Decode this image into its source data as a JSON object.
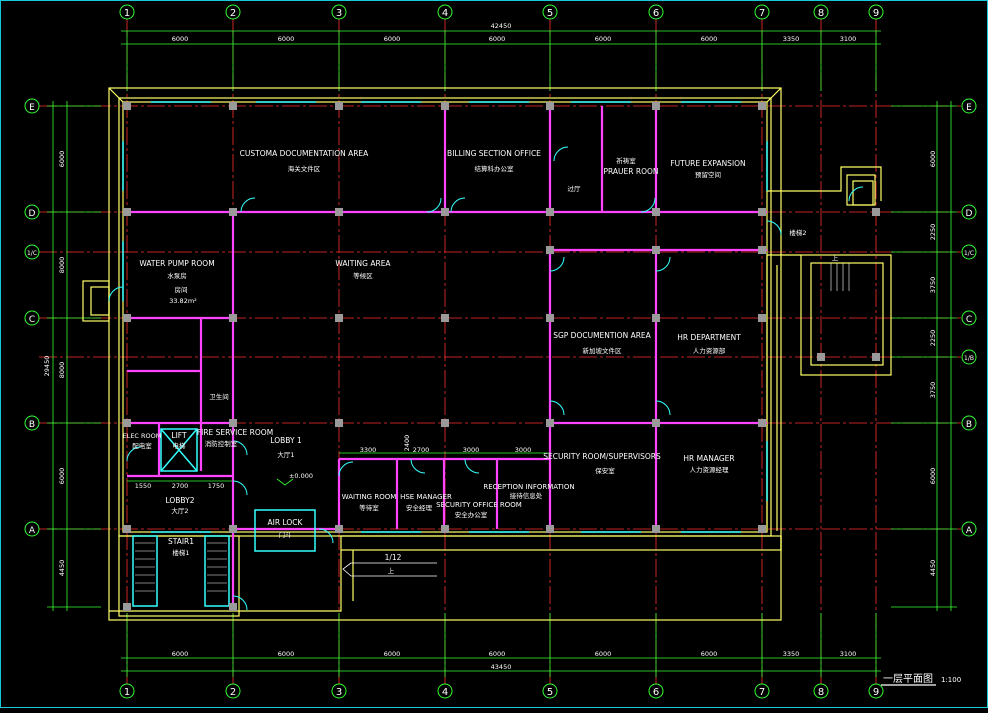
{
  "colors": {
    "background": "#000000",
    "grid": "#ff3030",
    "dim": "#33ff33",
    "wall": "#ffff66",
    "partition": "#ff44ff",
    "window": "#33ffff",
    "text": "#ffffff"
  },
  "grid_columns": [
    "1",
    "2",
    "3",
    "4",
    "5",
    "6",
    "7",
    "8",
    "9"
  ],
  "grid_rows": [
    "E",
    "D",
    "1/C",
    "C",
    "1/B",
    "B",
    "A"
  ],
  "dims": {
    "top_total": "42450",
    "bottom_total": "43450",
    "column_spacings": [
      "6000",
      "6000",
      "6000",
      "6000",
      "6000",
      "6000",
      "3350",
      "3100"
    ],
    "left_total": "29450",
    "left_rows": [
      "6000",
      "8000",
      "8000",
      "6000",
      "4450"
    ],
    "right_rows": [
      "6000",
      "2250",
      "3750",
      "2250",
      "3750",
      "6000",
      "4450"
    ],
    "inner_left": [
      "1550",
      "2700",
      "1750"
    ],
    "inner_mid": [
      "3300",
      "2700",
      "3000",
      "3000"
    ],
    "inner_vertical": "2400"
  },
  "rooms": {
    "customs_en": "CUSTOMA DOCUMENTATION AREA",
    "customs_cn": "海关文件区",
    "billing_en": "BILLING SECTION OFFICE",
    "billing_cn": "结算科办公室",
    "prayer_cn": "祈祷室",
    "prayer_en": "PRAUER ROON",
    "corridor_cn": "过厅",
    "future_en": "FUTURE EXPANSION",
    "future_cn": "预留空间",
    "stair2_cn": "楼梯2",
    "water_en": "WATER PUMP ROOM",
    "water_cn": "水泵房",
    "water_area_cn": "房间",
    "water_area": "33.82m²",
    "waiting_en": "WAITING AREA",
    "waiting_cn": "等候区",
    "sgp_en": "SGP DOCUMENTION AREA",
    "sgp_cn": "新加坡文件区",
    "hrdept_en": "HR DEPARTMENT",
    "hrdept_cn": "人力资源部",
    "toilet_cn": "卫生间",
    "elec_en": "ELEC ROOM",
    "elec_cn": "配电室",
    "lift_en": "LIFT",
    "lift_cn": "电梯",
    "fire_en": "FIRE SERVICE ROOM",
    "fire_cn": "消防控制室",
    "lobby1_en": "LOBBY 1",
    "lobby1_cn": "大厅1",
    "level": "±0.000",
    "lobby2_en": "LOBBY2",
    "lobby2_cn": "大厅2",
    "airlock_en": "AIR LOCK",
    "airlock_cn": "门斗",
    "stair1_en": "STAIR1",
    "stair1_cn": "楼梯1",
    "waitingroom_en": "WAITING ROOM",
    "waitingroom_cn": "等待室",
    "hse_en": "HSE MANAGER",
    "hse_cn": "安全经理",
    "security_office_en": "SECURITY OFFICE ROOM",
    "security_office_cn": "安全办公室",
    "reception_en": "RECEPTION INFORMATION",
    "reception_cn": "接待信息处",
    "security_sup_en": "SECURITY ROOM/SUPERVISORS",
    "security_sup_cn": "保安室",
    "hrmanager_en": "HR MANAGER",
    "hrmanager_cn": "人力资源经理",
    "slope": "1/12",
    "up": "上"
  },
  "title": {
    "text": "一层平面图",
    "scale": "1:100"
  }
}
